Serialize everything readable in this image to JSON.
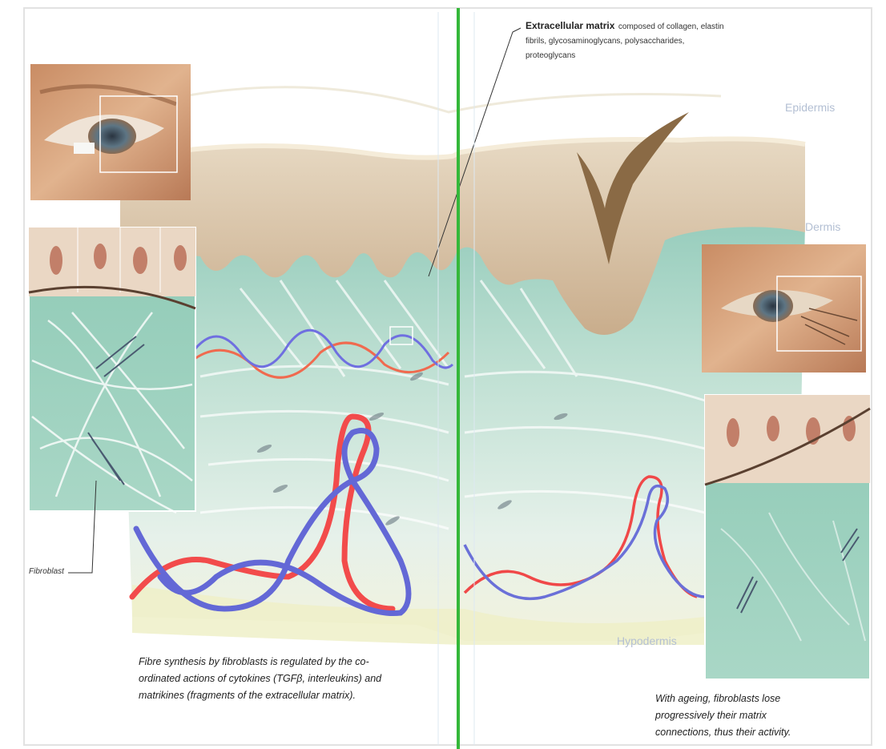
{
  "annotations": {
    "ecm_title": "Extracellular matrix",
    "ecm_description": "composed of collagen, elastin fibrils, glycosaminoglycans, polysaccharides, proteoglycans",
    "epidermis": "Epidermis",
    "dermis": "Dermis",
    "hypodermis": "Hypodermis",
    "fibroblast": "Fibroblast"
  },
  "captions": {
    "left_line1": "Fibre synthesis by fibroblasts is regulated by the co-",
    "left_line2": "ordinated actions of cytokines (TGFβ, interleukins) and",
    "left_line3": "matrikines (fragments of the extracellular matrix).",
    "right_line1": "With ageing, fibroblasts lose",
    "right_line2": "progressively their matrix",
    "right_line3": "connections, thus their activity."
  },
  "colors": {
    "divider": "#35b83a",
    "dermis_teal": "#a6d4c6",
    "epidermis_tan": "#d8c3a6",
    "fiber_red": "#f04848",
    "fiber_blue": "#6a70d8"
  }
}
